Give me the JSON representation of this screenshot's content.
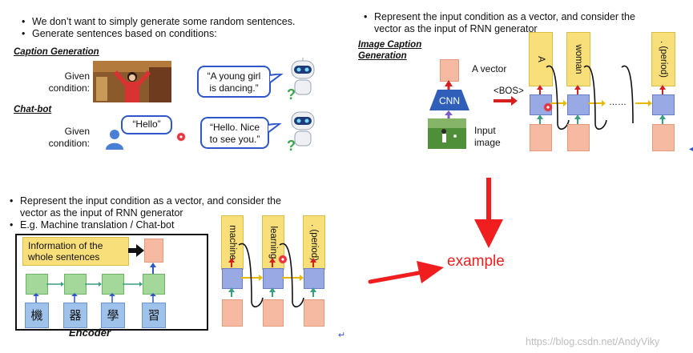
{
  "top_left": {
    "bullets": [
      "We don’t want to simply generate some random sentences.",
      "Generate sentences based on conditions:"
    ],
    "caption_title": "Caption Generation",
    "caption_given": [
      "Given",
      "condition:"
    ],
    "caption_bubble": [
      "“A young girl",
      "is dancing.”"
    ],
    "chatbot_title": "Chat-bot",
    "chatbot_given": [
      "Given",
      "condition:"
    ],
    "chat_input_bubble": "“Hello”",
    "chat_output_bubble": [
      "“Hello. Nice",
      "to see you.”"
    ]
  },
  "top_right": {
    "bullet": [
      "Represent the input condition as a vector, and consider the",
      "vector as the input of RNN generator"
    ],
    "title": [
      "Image Caption",
      "Generation"
    ],
    "vector_label": "A vector",
    "cnn_label": "CNN",
    "bos_label": "<BOS>",
    "input_image_label": [
      "Input",
      "image"
    ],
    "outputs": [
      "A",
      "woman",
      ". (period)"
    ],
    "dots": "……"
  },
  "bottom_left": {
    "bullets": [
      [
        "Represent the input condition as a vector, and consider the",
        "vector as the input of RNN generator"
      ],
      [
        "E.g. Machine translation / Chat-bot"
      ]
    ],
    "info_label": [
      "Information of the",
      "whole sentences"
    ],
    "chars": [
      "機",
      "器",
      "學",
      "習"
    ],
    "encoder_label": "Encoder",
    "outputs": [
      "machine",
      "learning",
      ". (period)"
    ]
  },
  "annotation": {
    "text": "example",
    "color": "#f01e1e"
  },
  "watermark": "https://blog.csdn.net/AndyViky"
}
